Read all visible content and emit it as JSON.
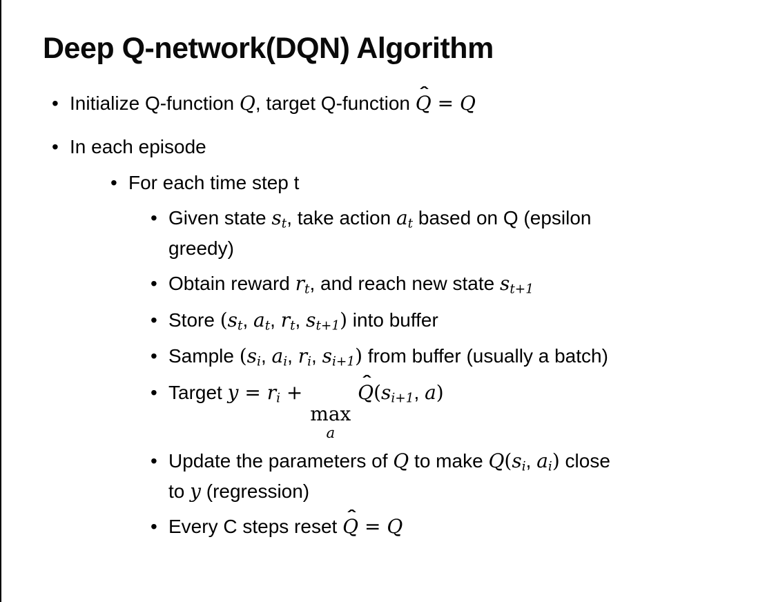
{
  "slide": {
    "title": "Deep Q-network(DQN) Algorithm",
    "bullet_char": "•",
    "hat_accent": "ˆ",
    "bullets": [
      {
        "level": 1,
        "segments": [
          {
            "k": "t",
            "v": "Initialize Q-function "
          },
          {
            "k": "v",
            "v": "Q"
          },
          {
            "k": "t",
            "v": ", target Q-function "
          },
          {
            "k": "h",
            "v": "Q"
          },
          {
            "k": "m",
            "v": " = "
          },
          {
            "k": "v",
            "v": "Q"
          }
        ]
      },
      {
        "level": 1,
        "segments": [
          {
            "k": "t",
            "v": "In each episode"
          }
        ]
      },
      {
        "level": 2,
        "segments": [
          {
            "k": "t",
            "v": "For each time step t"
          }
        ]
      },
      {
        "level": 3,
        "segments": [
          {
            "k": "t",
            "v": "Given state "
          },
          {
            "k": "v",
            "v": "s"
          },
          {
            "k": "s",
            "v": "t"
          },
          {
            "k": "t",
            "v": ", take action "
          },
          {
            "k": "v",
            "v": "a"
          },
          {
            "k": "s",
            "v": "t"
          },
          {
            "k": "t",
            "v": " based on Q (epsilon"
          },
          {
            "k": "br"
          },
          {
            "k": "t",
            "v": "greedy)"
          }
        ]
      },
      {
        "level": 3,
        "segments": [
          {
            "k": "t",
            "v": "Obtain reward "
          },
          {
            "k": "v",
            "v": "r"
          },
          {
            "k": "s",
            "v": "t"
          },
          {
            "k": "t",
            "v": ", and reach new state "
          },
          {
            "k": "v",
            "v": "s"
          },
          {
            "k": "s",
            "v": "t+1"
          }
        ]
      },
      {
        "level": 3,
        "segments": [
          {
            "k": "t",
            "v": "Store "
          },
          {
            "k": "m",
            "v": "("
          },
          {
            "k": "v",
            "v": "s"
          },
          {
            "k": "s",
            "v": "t"
          },
          {
            "k": "t",
            "v": ", "
          },
          {
            "k": "v",
            "v": "a"
          },
          {
            "k": "s",
            "v": "t"
          },
          {
            "k": "t",
            "v": ", "
          },
          {
            "k": "v",
            "v": "r"
          },
          {
            "k": "s",
            "v": "t"
          },
          {
            "k": "t",
            "v": ", "
          },
          {
            "k": "v",
            "v": "s"
          },
          {
            "k": "s",
            "v": "t+1"
          },
          {
            "k": "m",
            "v": ")"
          },
          {
            "k": "t",
            "v": " into buffer"
          }
        ]
      },
      {
        "level": 3,
        "segments": [
          {
            "k": "t",
            "v": "Sample "
          },
          {
            "k": "m",
            "v": "("
          },
          {
            "k": "v",
            "v": "s"
          },
          {
            "k": "s",
            "v": "i"
          },
          {
            "k": "t",
            "v": ", "
          },
          {
            "k": "v",
            "v": "a"
          },
          {
            "k": "s",
            "v": "i"
          },
          {
            "k": "t",
            "v": ", "
          },
          {
            "k": "v",
            "v": "r"
          },
          {
            "k": "s",
            "v": "i"
          },
          {
            "k": "t",
            "v": ", "
          },
          {
            "k": "v",
            "v": "s"
          },
          {
            "k": "s",
            "v": "i+1"
          },
          {
            "k": "m",
            "v": ")"
          },
          {
            "k": "t",
            "v": " from buffer (usually a batch)"
          }
        ]
      },
      {
        "level": 3,
        "segments": [
          {
            "k": "t",
            "v": "Target "
          },
          {
            "k": "v",
            "v": "y"
          },
          {
            "k": "m",
            "v": " = "
          },
          {
            "k": "v",
            "v": "r"
          },
          {
            "k": "s",
            "v": "i"
          },
          {
            "k": "m",
            "v": " + "
          },
          {
            "k": "x",
            "v": "max",
            "u": "a"
          },
          {
            "k": "t",
            "v": " "
          },
          {
            "k": "h",
            "v": "Q"
          },
          {
            "k": "m",
            "v": "("
          },
          {
            "k": "v",
            "v": "s"
          },
          {
            "k": "s",
            "v": "i+1"
          },
          {
            "k": "t",
            "v": ", "
          },
          {
            "k": "v",
            "v": "a"
          },
          {
            "k": "m",
            "v": ")"
          }
        ]
      },
      {
        "level": 3,
        "segments": [
          {
            "k": "t",
            "v": "Update the parameters of "
          },
          {
            "k": "v",
            "v": "Q"
          },
          {
            "k": "t",
            "v": " to make "
          },
          {
            "k": "v",
            "v": "Q"
          },
          {
            "k": "m",
            "v": "("
          },
          {
            "k": "v",
            "v": "s"
          },
          {
            "k": "s",
            "v": "i"
          },
          {
            "k": "t",
            "v": ", "
          },
          {
            "k": "v",
            "v": "a"
          },
          {
            "k": "s",
            "v": "i"
          },
          {
            "k": "m",
            "v": ")"
          },
          {
            "k": "t",
            "v": " close"
          },
          {
            "k": "br"
          },
          {
            "k": "t",
            "v": "to "
          },
          {
            "k": "v",
            "v": "y"
          },
          {
            "k": "t",
            "v": " (regression)"
          }
        ]
      },
      {
        "level": 3,
        "segments": [
          {
            "k": "t",
            "v": "Every C steps reset "
          },
          {
            "k": "h",
            "v": "Q"
          },
          {
            "k": "m",
            "v": " = "
          },
          {
            "k": "v",
            "v": "Q"
          }
        ]
      }
    ]
  }
}
